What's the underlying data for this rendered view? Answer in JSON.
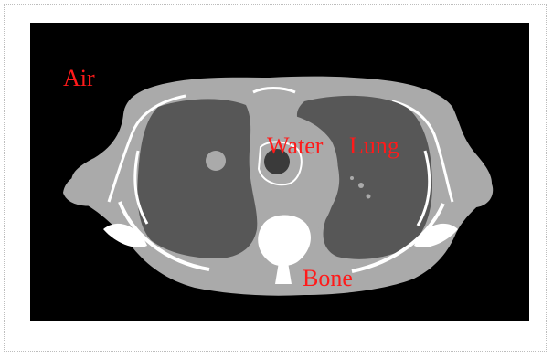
{
  "labels": {
    "air": "Air",
    "water": "Water",
    "lung": "Lung",
    "bone": "Bone"
  },
  "colors": {
    "background": "#000000",
    "soft_tissue": "#aaaaaa",
    "lung": "#575757",
    "bone": "#ffffff",
    "label": "#ff1a1a"
  }
}
